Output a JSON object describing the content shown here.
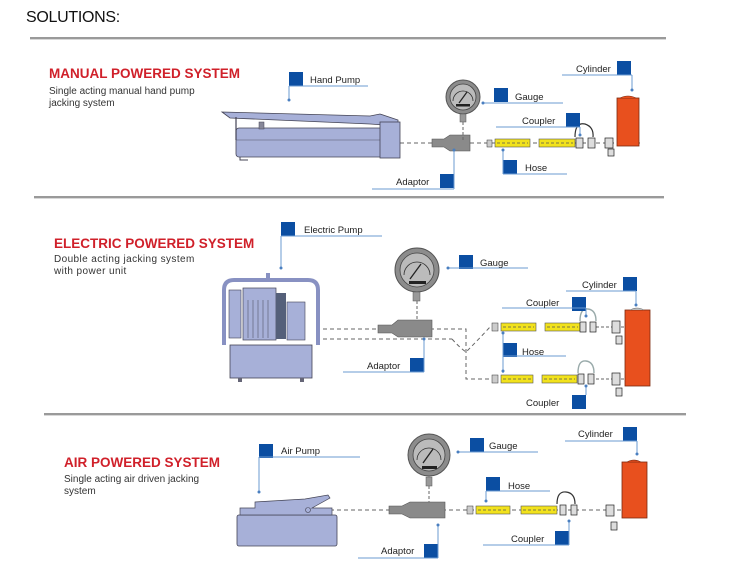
{
  "page": {
    "title": "SOLUTIONS:"
  },
  "colors": {
    "title_red": "#d0202a",
    "callout_blue": "#0b4ea2",
    "leader_line": "#6b9bd2",
    "hose_yellow": "#f2e21c",
    "cylinder_orange": "#e8501e",
    "pump_body": "#a7b0d8",
    "gauge_gray": "#8c8c8c",
    "divider_gray": "#9a9a9a"
  },
  "sections": [
    {
      "title": "MANUAL POWERED SYSTEM",
      "description_line1": "Single acting manual hand pump",
      "description_line2": "jacking system",
      "labels": {
        "pump": "Hand Pump",
        "gauge": "Gauge",
        "coupler": "Coupler",
        "cylinder": "Cylinder",
        "hose": "Hose",
        "adaptor": "Adaptor"
      }
    },
    {
      "title": "ELECTRIC POWERED SYSTEM",
      "description_line1": "Double acting jacking system",
      "description_line2": "with power unit",
      "labels": {
        "pump": "Electric Pump",
        "gauge": "Gauge",
        "coupler_top": "Coupler",
        "cylinder": "Cylinder",
        "hose": "Hose",
        "adaptor": "Adaptor",
        "coupler_bottom": "Coupler"
      }
    },
    {
      "title": "AIR POWERED SYSTEM",
      "description_line1": "Single acting air driven jacking",
      "description_line2": "system",
      "labels": {
        "pump": "Air Pump",
        "gauge": "Gauge",
        "hose": "Hose",
        "cylinder": "Cylinder",
        "coupler": "Coupler",
        "adaptor": "Adaptor"
      }
    }
  ]
}
